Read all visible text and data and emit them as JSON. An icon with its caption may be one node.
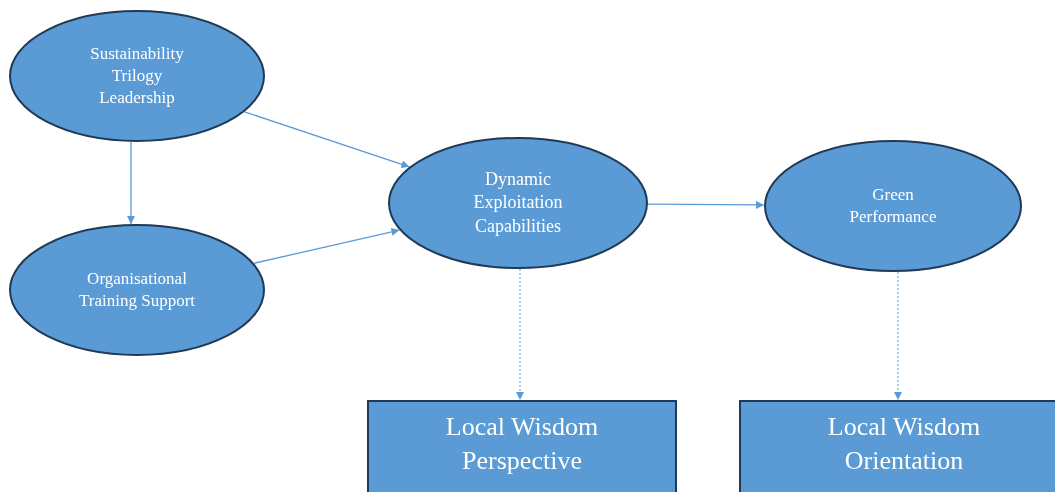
{
  "diagram": {
    "nodes": [
      {
        "text": [
          "Sustainability Trilogy Leadership"
        ]
      },
      {
        "text": [
          "Organisational Training Support"
        ]
      },
      {
        "text": [
          "Dynamic Exploitation Capabilities"
        ]
      },
      {
        "text": [
          "Green Performance"
        ]
      },
      {
        "text": [
          "Local Wisdom Perspective"
        ]
      },
      {
        "text": [
          "Local Wisdom Orientation"
        ]
      }
    ],
    "edges": [
      {
        "from": 0,
        "to": 1,
        "arrow": "to"
      },
      {
        "from": 0,
        "to": 2,
        "arrow": "to"
      },
      {
        "from": 1,
        "to": 2,
        "arrow": "to"
      },
      {
        "from": 2,
        "to": 3,
        "arrow": "to"
      },
      {
        "from": 2,
        "to": 4,
        "arrow": "to",
        "style": "dashed"
      },
      {
        "from": 3,
        "to": 5,
        "arrow": "to",
        "style": "dashed"
      }
    ]
  }
}
